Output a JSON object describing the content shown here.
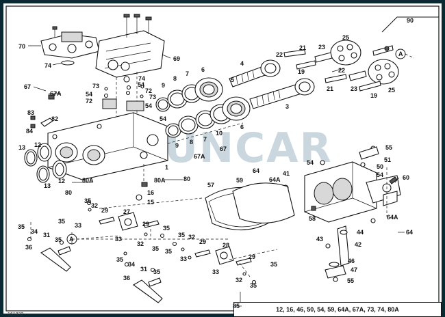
{
  "diagram": {
    "watermark": "SUNCAR",
    "figure_id": "161832",
    "legend": {
      "ref": "85",
      "items": "12, 16, 46, 50, 54, 59, 64A, 67A, 73, 74, 80A"
    },
    "labels": {
      "l90": "90",
      "l70": "70",
      "l69": "69",
      "l74a": "74",
      "l74b": "74",
      "l73a": "73",
      "l72a": "72",
      "l54a": "54",
      "l54b": "54",
      "l72b": "72",
      "l73b": "73",
      "l54c": "54",
      "l67": "67",
      "l67a": "67A",
      "l54d": "54",
      "l83": "83",
      "l82": "82",
      "l84": "84",
      "l9a": "9",
      "l8a": "8",
      "l7a": "7",
      "l6a": "6",
      "l4": "4",
      "l5": "5",
      "l22a": "22",
      "l21a": "21",
      "l23a": "23",
      "l25a": "25",
      "lA1": "A",
      "l19a": "19",
      "l22b": "22",
      "l21b": "21",
      "l23b": "23",
      "l25b": "25",
      "l19b": "19",
      "l3": "3",
      "l6b": "6",
      "l10": "10",
      "l7b": "7",
      "l8b": "8",
      "l9b": "9",
      "l67b": "67",
      "l67ab": "67A",
      "l1": "1",
      "l13a": "13",
      "l12a": "12",
      "l12b": "12",
      "l13b": "13",
      "l80a": "80A",
      "l80": "80",
      "l80ab": "80A",
      "l80b": "80",
      "l16": "16",
      "l15": "15",
      "l57": "57",
      "l59": "59",
      "l55a": "55",
      "l51": "51",
      "l54e": "54",
      "l50": "50",
      "l54f": "54",
      "l64": "64",
      "l41": "41",
      "l64a": "64A",
      "l60": "60",
      "l58": "58",
      "l64ab": "64A",
      "l64b": "64",
      "l35a": "35",
      "l32a": "32",
      "l29a": "29",
      "l27": "27",
      "l35b": "35",
      "l33a": "33",
      "l35c": "35",
      "l34a": "34",
      "l31a": "31",
      "l36a": "36",
      "l35d": "35",
      "lA2": "A",
      "l29b": "29",
      "l35e": "35",
      "l33b": "33",
      "l32b": "32",
      "l35f": "35",
      "l35g": "35",
      "l32c": "32",
      "l29c": "29",
      "l35h": "35",
      "l33c": "33",
      "l28": "28",
      "l29d": "29",
      "l35i": "35",
      "l33d": "33",
      "l32d": "32",
      "l35j": "35",
      "l35k": "35",
      "l34b": "34",
      "l31b": "31",
      "l36b": "36",
      "l35l": "35",
      "l43": "43",
      "l44": "44",
      "l42": "42",
      "l46": "46",
      "l47": "47",
      "l55b": "55"
    }
  }
}
